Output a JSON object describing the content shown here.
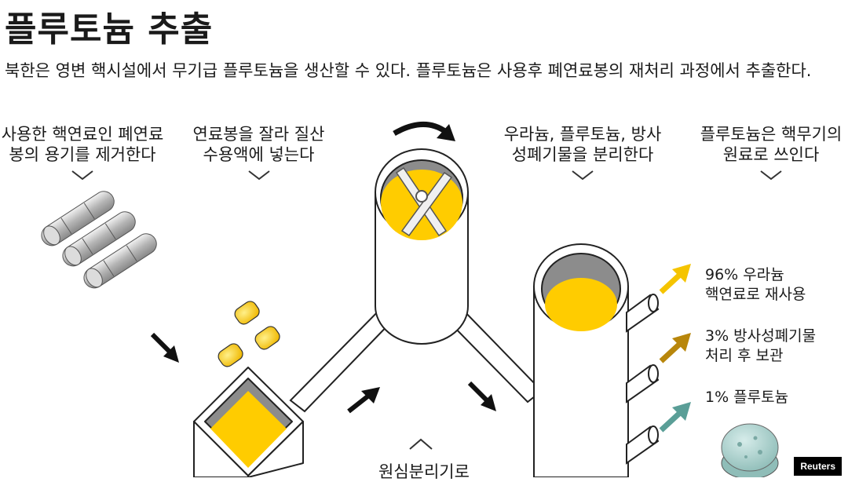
{
  "title": "플루토늄 추출",
  "subtitle": "북한은 영변 핵시설에서 무기급 플루토늄을 생산할 수 있다. 플루토늄은 사용후 폐연료봉의 재처리 과정에서 추출한다.",
  "steps": [
    {
      "label": "사용한 핵연료인 폐연료봉의 용기를 제거한다"
    },
    {
      "label": "연료봉을 잘라 질산수용액에 넣는다"
    },
    {
      "label": "우라늄, 플루토늄, 방사성폐기물을 분리한다"
    },
    {
      "label": "플루토늄은 핵무기의 원료로 쓰인다"
    }
  ],
  "outputs": [
    {
      "line1": "96% 우라늄",
      "line2": "핵연료로 재사용",
      "color": "#f5c400"
    },
    {
      "line1": "3% 방사성폐기물",
      "line2": "처리 후 보관",
      "color": "#b8860b"
    },
    {
      "line1": "1% 플루토늄",
      "line2": "",
      "color": "#5a9e97"
    }
  ],
  "centrifuge_label": "원심분리기로",
  "credit": "Reuters",
  "colors": {
    "yellow": "#ffcc00",
    "gray": "#cccccc",
    "outline": "#222222"
  }
}
